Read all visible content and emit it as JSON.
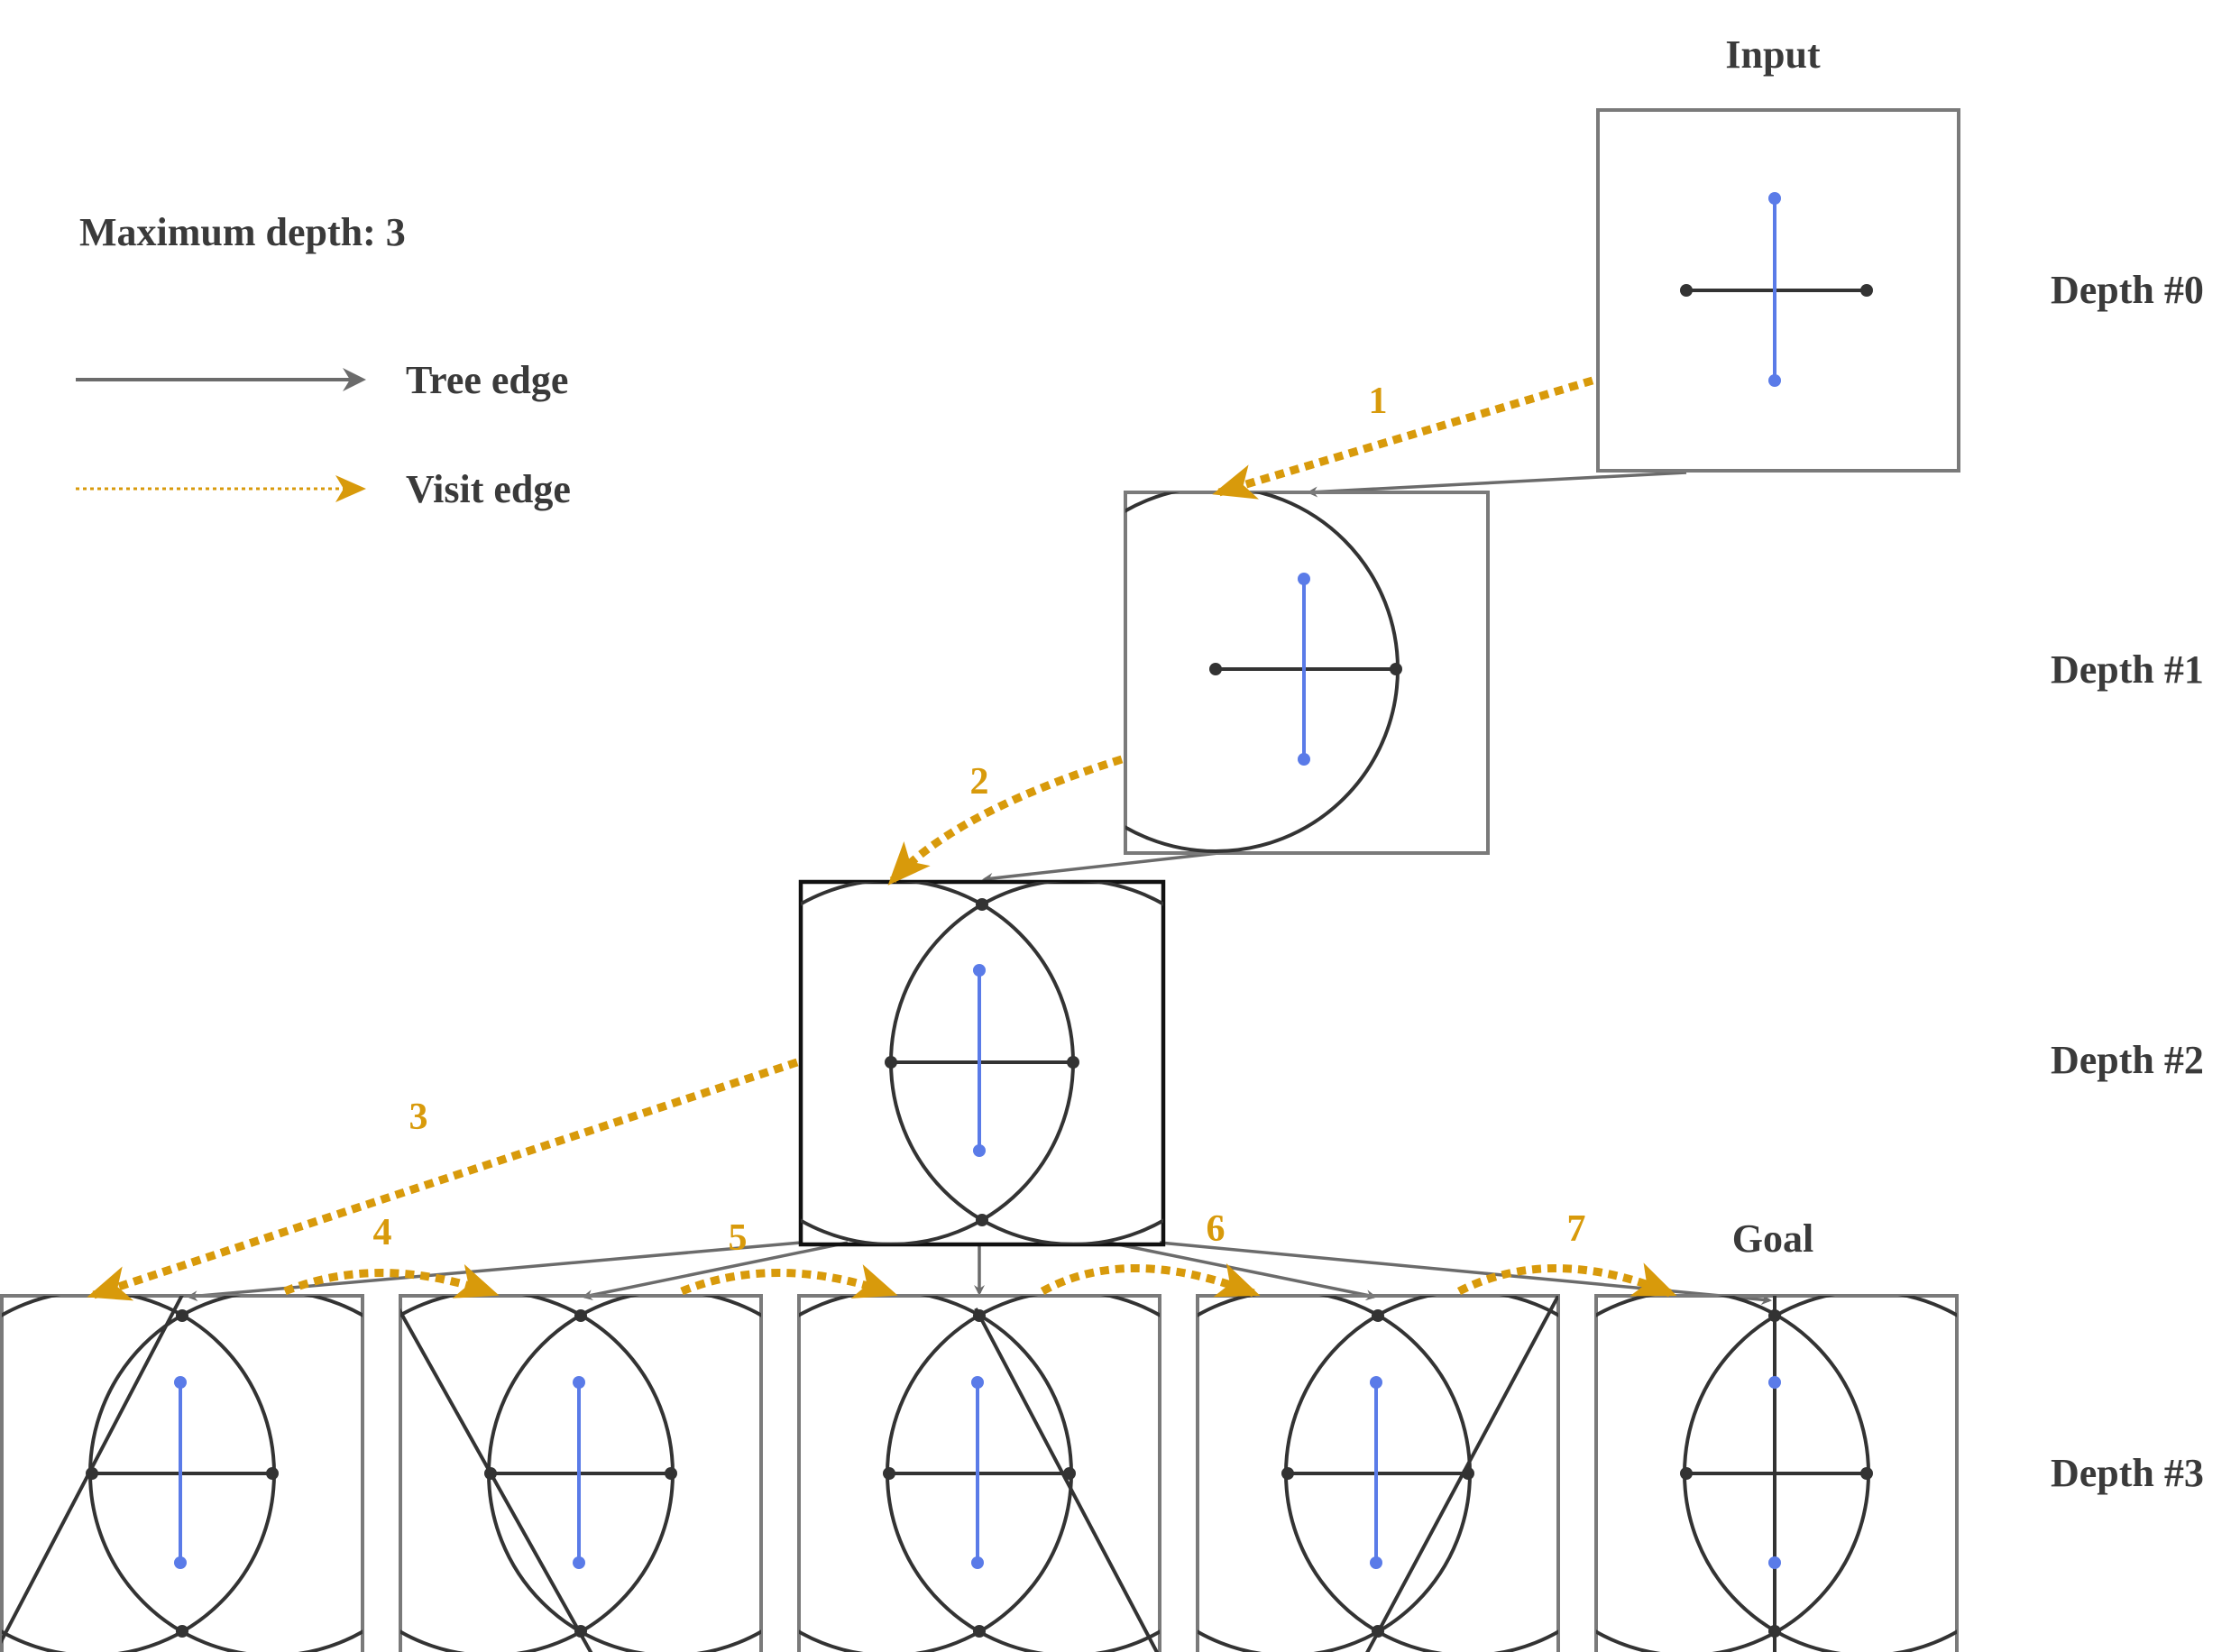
{
  "legend": {
    "max_depth_label": "Maximum depth: 3",
    "tree_edge_label": "Tree edge",
    "visit_edge_label": "Visit edge"
  },
  "labels": {
    "input": "Input",
    "goal": "Goal"
  },
  "depth_labels": [
    "Depth #0",
    "Depth #1",
    "Depth #2",
    "Depth #3"
  ],
  "visit_order": [
    "1",
    "2",
    "3",
    "4",
    "5",
    "6",
    "7"
  ],
  "colors": {
    "tree_edge": "#6b6b6b",
    "visit_edge": "#d89a0b",
    "construction": "#333333",
    "target_segment": "#5a7be8",
    "box_border": "#7a7a7a"
  }
}
